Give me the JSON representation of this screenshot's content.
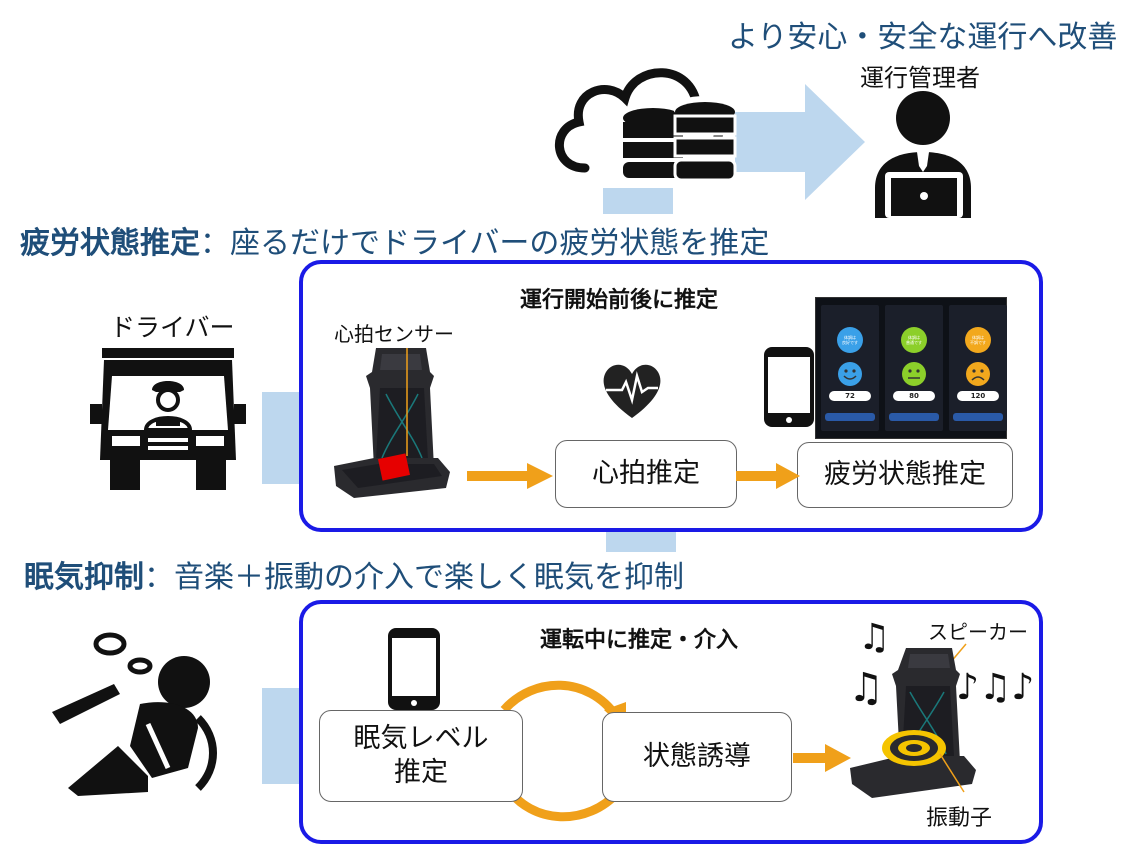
{
  "top": {
    "improvement_text": "より安心・安全な運行へ改善",
    "manager_label": "運行管理者"
  },
  "fatigue": {
    "heading_bold": "疲労状態推定",
    "heading_rest": "：座るだけでドライバーの疲労状態を推定",
    "driver_label": "ドライバー",
    "panel_title": "運行開始前後に推定",
    "sensor_label": "心拍センサー",
    "step1": "心拍推定",
    "step2": "疲労状態推定",
    "phone_screens": [
      {
        "bubble": "体調は\n良好です",
        "face_color": "#3aa0e8",
        "face": "smile",
        "hr": "72"
      },
      {
        "bubble": "体調は\n普通です",
        "face_color": "#8ccf2a",
        "face": "neutral",
        "hr": "80"
      },
      {
        "bubble": "体調は\n不調です",
        "face_color": "#f2a81d",
        "face": "sad",
        "hr": "120"
      }
    ]
  },
  "drowsiness": {
    "heading_bold": "眠気抑制",
    "heading_rest": "：音楽＋振動の介入で楽しく眠気を抑制",
    "panel_title": "運転中に推定・介入",
    "step1_line1": "眠気レベル",
    "step1_line2": "推定",
    "step2": "状態誘導",
    "speaker_label": "スピーカー",
    "vibrator_label": "振動子"
  },
  "colors": {
    "navy": "#1f4e79",
    "panel_border": "#1a1ae6",
    "orange_arrow": "#f0a01a",
    "light_blue": "#bdd7ee",
    "red_sensor": "#e60000",
    "vib_yellow": "#f5c400"
  }
}
